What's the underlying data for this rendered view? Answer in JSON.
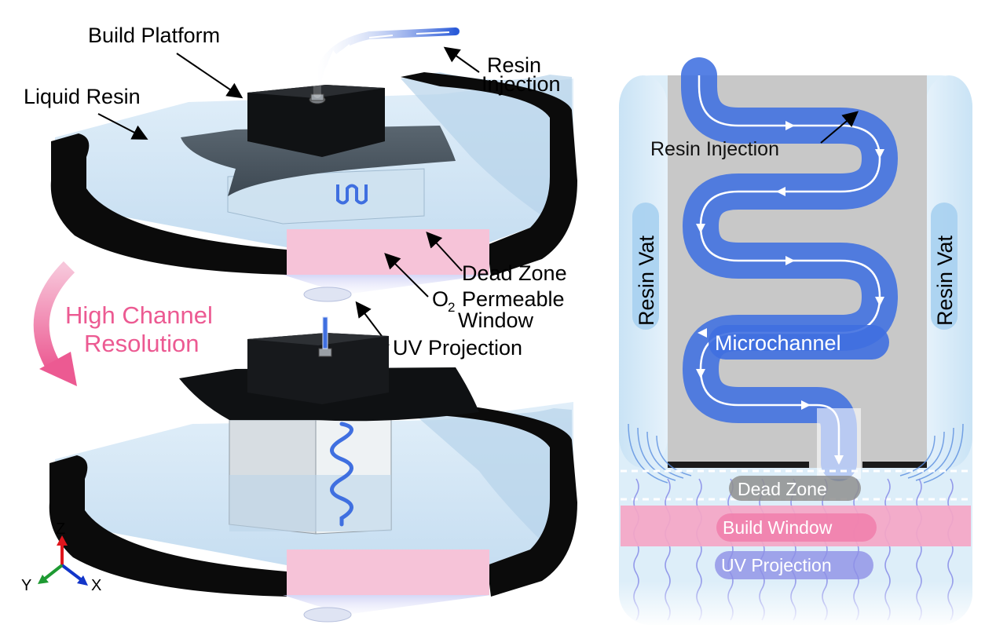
{
  "left_panel": {
    "labels": {
      "build_platform": "Build Platform",
      "liquid_resin": "Liquid Resin",
      "resin_injection_line1": "Resin",
      "resin_injection_line2": "Injection",
      "dead_zone": "Dead Zone",
      "o2_window_o": "O",
      "o2_window_sub": "2",
      "o2_window_line1": "Permeable",
      "o2_window_line2": "Window",
      "uv_projection": "UV Projection",
      "transition_line1": "High Channel",
      "transition_line2": "Resolution"
    },
    "axes": {
      "z": "Z",
      "y": "Y",
      "x": "X"
    }
  },
  "right_panel": {
    "labels": {
      "resin_injection": "Resin Injection",
      "resin_vat_left": "Resin Vat",
      "resin_vat_right": "Resin Vat",
      "microchannel": "Microchannel",
      "dead_zone": "Dead Zone",
      "build_window": "Build Window",
      "uv_projection": "UV Projection"
    }
  },
  "colors": {
    "accent_pink": "#ec5a92",
    "channel_blue": "#3f6fe0",
    "resin_light_blue": "#cfe6f6",
    "build_window_pink": "#f4a6c6",
    "vat_black": "#0b0b0b"
  }
}
